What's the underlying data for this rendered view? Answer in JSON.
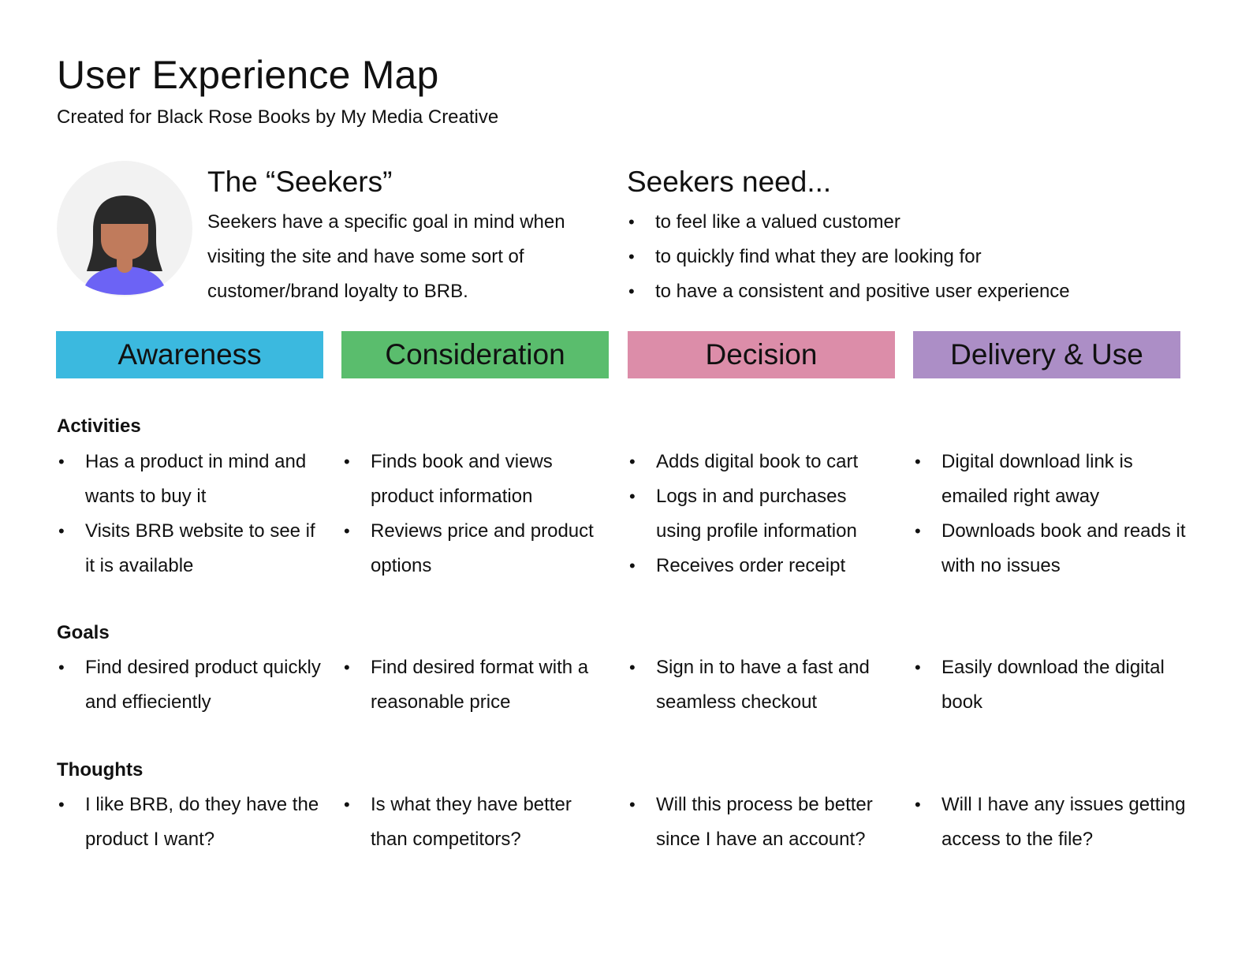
{
  "header": {
    "title": "User Experience Map",
    "subtitle": "Created for Black Rose Books by My Media Creative"
  },
  "persona": {
    "heading": "The “Seekers”",
    "description": "Seekers have a specific goal in mind when visiting the site and have some sort of customer/brand loyalty to BRB."
  },
  "needs": {
    "heading": "Seekers need...",
    "items": [
      "to feel like a valued customer",
      "to quickly find what they are looking for",
      "to have a consistent and positive user experience"
    ]
  },
  "colors": {
    "awareness": "#3bb9df",
    "consideration": "#5abd6d",
    "decision": "#dc8da9",
    "delivery": "#ac8ec6",
    "avatar_bg": "#f2f2f2",
    "hair": "#2a2a2a",
    "skin": "#c07b5c",
    "shirt": "#6c63f5"
  },
  "stages": [
    {
      "label": "Awareness"
    },
    {
      "label": "Consideration"
    },
    {
      "label": "Decision"
    },
    {
      "label": "Delivery & Use"
    }
  ],
  "sections": {
    "activities": {
      "label": "Activities",
      "columns": [
        [
          "Has a product in mind and wants to buy it",
          "Visits BRB website to see if it is available"
        ],
        [
          "Finds book and views product information",
          "Reviews price and product options"
        ],
        [
          "Adds digital book to cart",
          "Logs in and purchases using profile information",
          "Receives order receipt"
        ],
        [
          "Digital download link is emailed right away",
          "Downloads book and reads it with no issues"
        ]
      ]
    },
    "goals": {
      "label": "Goals",
      "columns": [
        [
          "Find desired product quickly and effieciently"
        ],
        [
          "Find desired format with a reasonable price"
        ],
        [
          "Sign in to have a fast and seamless checkout"
        ],
        [
          "Easily download the digital book"
        ]
      ]
    },
    "thoughts": {
      "label": "Thoughts",
      "columns": [
        [
          "I like BRB, do they have the product I want?"
        ],
        [
          "Is what they have better than competitors?"
        ],
        [
          "Will this process be better since I have an account?"
        ],
        [
          "Will I have any issues getting access to the file?"
        ]
      ]
    }
  }
}
